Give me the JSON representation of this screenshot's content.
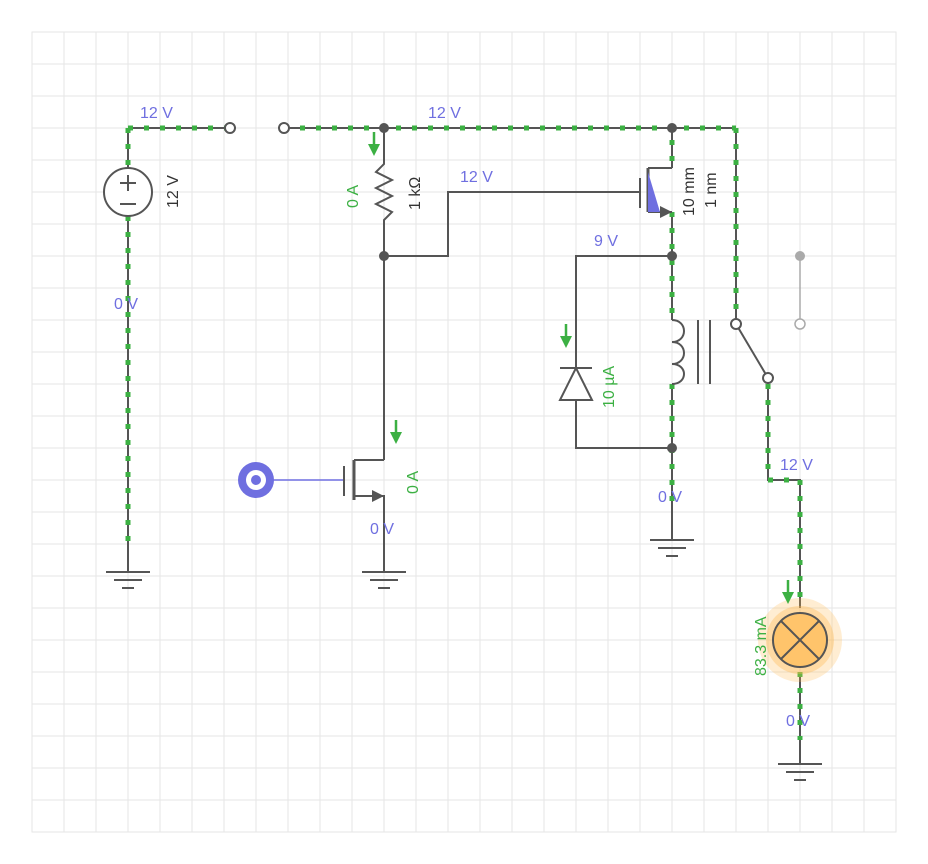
{
  "colors": {
    "wire": "#555555",
    "voltage_label": "#6f6fe0",
    "current_label": "#3cb043",
    "current_flow": "#3cb043",
    "grid": "#e6e6e6",
    "lamp_glow": "#ffb74d",
    "input_source": "#6f6fe0"
  },
  "icons": {
    "source": "dc-voltage-source-icon",
    "resistor": "resistor-icon",
    "nmos": "n-mosfet-icon",
    "pmos": "p-mosfet-icon",
    "diode": "diode-icon",
    "relay": "relay-coil-icon",
    "switch": "relay-switch-icon",
    "lamp": "lamp-icon",
    "ground": "ground-icon",
    "input": "logic-input-icon"
  },
  "labels": {
    "v_top_left": "12 V",
    "v_top_mid": "12 V",
    "source_value": "12 V",
    "v_source_bottom": "0 V",
    "resistor_current": "0 A",
    "resistor_value": "1 kΩ",
    "v_gate_wire": "12 V",
    "pmos_w": "10 mm",
    "pmos_l": "1 nm",
    "v_coil_top": "9 V",
    "diode_current": "10 µA",
    "v_coil_bottom": "0 V",
    "nmos_current": "0 A",
    "v_nmos_source": "0 V",
    "v_switch_out": "12 V",
    "lamp_current": "83.3 mA",
    "v_lamp_bottom": "0 V"
  }
}
